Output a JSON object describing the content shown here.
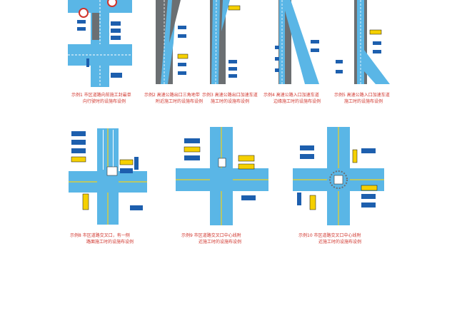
{
  "colors": {
    "road": "#5ab6e6",
    "road_dark": "#6b6f72",
    "lane_line": "#ffffff",
    "center_line": "#f2d21b",
    "sign_blue": "#1d5fae",
    "chevron_yellow": "#f5d000",
    "chevron_black": "#111111",
    "caption_red": "#d0342c"
  },
  "figures": [
    {
      "id": "ex1",
      "caption_lines": [
        "示例1  市区道路向前施工封最单",
        "向行驶时的设施布设例"
      ]
    },
    {
      "id": "ex2",
      "caption_lines": [
        "示例2  高速公路出口三角地带",
        "附近施工时的设施布设例"
      ]
    },
    {
      "id": "ex3",
      "caption_lines": [
        "示例3  高速公路出口加速车道",
        "施工时的设施布设例"
      ]
    },
    {
      "id": "ex4",
      "caption_lines": [
        "示例4  高速公路入口加速车道",
        "边缘施工时的设施布设例"
      ]
    },
    {
      "id": "ex5",
      "caption_lines": [
        "示例5  高速公路入口加速车道",
        "施工时的设施布设例"
      ]
    },
    {
      "id": "ex8",
      "caption_lines": [
        "示例8  市区道路交叉口，有一侧",
        "路面施工时的设施布设例"
      ]
    },
    {
      "id": "ex9",
      "caption_lines": [
        "示例9  市区道路交叉口中心线附",
        "近施工时的设施布设例"
      ]
    },
    {
      "id": "ex10",
      "caption_lines": [
        "示例10  市区道路交叉口中心线附",
        "近施工时的设施布设例"
      ]
    }
  ]
}
